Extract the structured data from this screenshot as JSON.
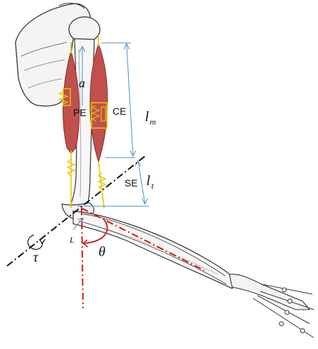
{
  "labels": {
    "a": "a",
    "pe": "PE",
    "ce": "CE",
    "se": "SE",
    "lm_main": "l",
    "lm_sub": "m",
    "lt_main": "l",
    "lt_sub": "t",
    "L": "L",
    "tau": "τ",
    "theta": "θ"
  },
  "colors": {
    "muscle": "#c0504d",
    "muscle_edge": "#8b2f2a",
    "tendon": "#e6c400",
    "spring": "#e6c400",
    "dimension": "#4a90c8",
    "axis": "#111111",
    "dash_red": "#d01818",
    "bone_fill": "#f4f4f4",
    "bone_line": "#333333"
  }
}
